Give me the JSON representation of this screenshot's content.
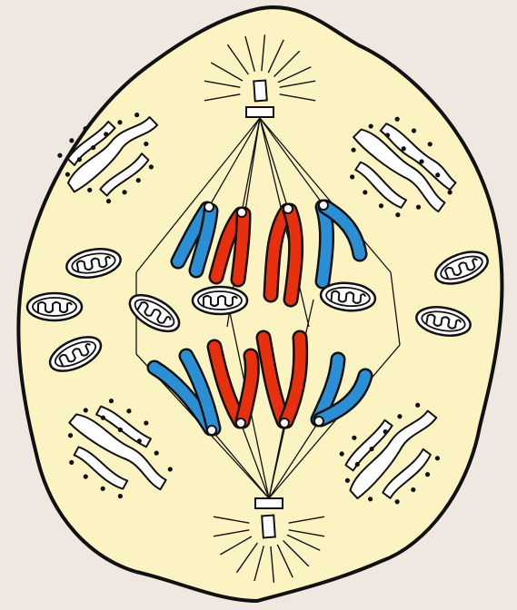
{
  "colors": {
    "background": "#efe8e0",
    "cytoplasm": "#fbf3c2",
    "outline": "#111111",
    "chromosome_red": "#e8300e",
    "chromosome_blue": "#2b8fd6",
    "organelle_fill": "#ffffff",
    "centriole_fill": "#ffffff"
  },
  "structures": {
    "cell": "cell-membrane",
    "spindle": "spindle-fibers",
    "centrosomes": [
      "centrosome-top",
      "centrosome-bottom"
    ],
    "chromosome_groups": [
      "upper-chromatids",
      "lower-chromatids"
    ],
    "organelles": [
      "mitochondria",
      "endoplasmic-reticulum"
    ]
  }
}
